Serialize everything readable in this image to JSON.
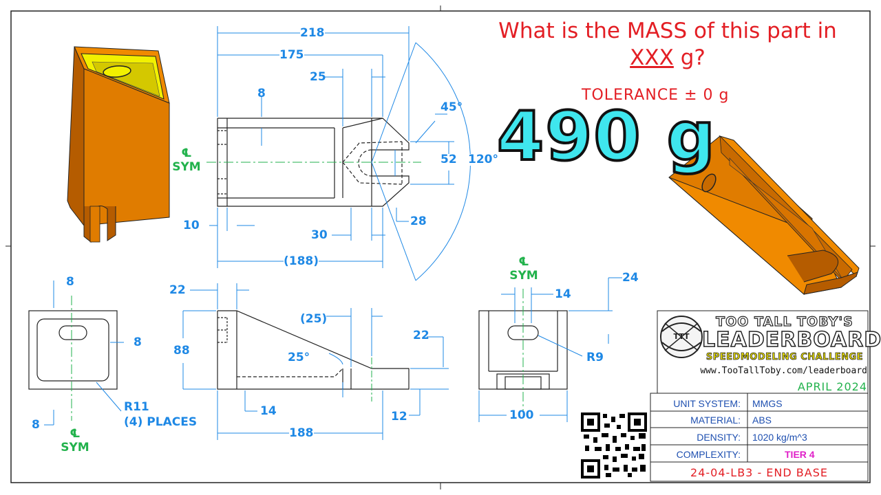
{
  "question": {
    "line1": "What is the MASS of this part in",
    "line2_underlined": "XXX",
    "line2_rest": " g?"
  },
  "tolerance": "TOLERANCE ± 0 g",
  "answer": "490 g",
  "title_block": {
    "title_line1": "TOO TALL TOBY'S",
    "title_line2": "LEADERBOARD",
    "title_line3": "SPEEDMODELING CHALLENGE",
    "url": "www.TooTallToby.com/leaderboard",
    "date": "APRIL 2024",
    "logo_text": "TTT",
    "properties": [
      {
        "label": "UNIT SYSTEM:",
        "value": "MMGS"
      },
      {
        "label": "MATERIAL:",
        "value": "ABS"
      },
      {
        "label": "DENSITY:",
        "value": "1020 kg/m^3"
      },
      {
        "label": "COMPLEXITY:",
        "value": "TIER 4"
      }
    ],
    "part_number": "24-04-LB3 - END BASE"
  },
  "centerline_label": {
    "symbol": "℄",
    "text": "SYM"
  },
  "dimensions": {
    "top_view": {
      "d218": "218",
      "d175": "175",
      "d25": "25",
      "d8": "8",
      "d45": "45°",
      "d52": "52",
      "d120": "120°",
      "d10": "10",
      "d30": "30",
      "d28": "28",
      "d188": "(188)"
    },
    "side_view": {
      "d8a": "8",
      "d8b": "8",
      "d8c": "8",
      "r11": "R11",
      "places": "(4) PLACES"
    },
    "front_view": {
      "d22a": "22",
      "d88": "88",
      "d25": "(25)",
      "d25deg": "25°",
      "d22b": "22",
      "d14": "14",
      "d12": "12",
      "d188": "188"
    },
    "right_view": {
      "d24": "24",
      "d14": "14",
      "r9": "R9",
      "d100": "100"
    }
  },
  "colors": {
    "dimension": "#1e88e5",
    "centerline": "#22b24c",
    "question": "#e31e24",
    "answer_fill": "#3fe6ee",
    "part_orange": "#f08a00",
    "part_face_yellow": "#f2f000"
  }
}
